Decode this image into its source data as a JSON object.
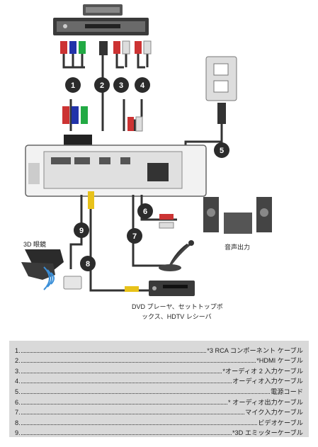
{
  "labels": {
    "glasses": "3D 眼鏡",
    "audio_out": "音声出力",
    "dvd_line1": "DVD プレーヤ、セットトップボ",
    "dvd_line2": "ックス、HDTV レシーバ"
  },
  "callouts": [
    "1",
    "2",
    "3",
    "4",
    "5",
    "6",
    "7",
    "8",
    "9"
  ],
  "legend": [
    {
      "num": "1.",
      "text": "*3 RCA コンポーネント ケーブル"
    },
    {
      "num": "2.",
      "text": "*HDMI ケーブル"
    },
    {
      "num": "3.",
      "text": "*オーディオ 2 入力ケーブル"
    },
    {
      "num": "4.",
      "text": "オーディオ入力ケーブル"
    },
    {
      "num": "5.",
      "text": "電源コード"
    },
    {
      "num": "6.",
      "text": "* オーディオ出力ケーブル"
    },
    {
      "num": "7.",
      "text": "マイク入力ケーブル"
    },
    {
      "num": "8.",
      "text": "ビデオケーブル"
    },
    {
      "num": "9.",
      "text": "*3D エミッターケーブル"
    }
  ],
  "colors": {
    "callout": "#2b2b2b",
    "legend_bg": "#d9d9d9",
    "cable": "#333333"
  }
}
